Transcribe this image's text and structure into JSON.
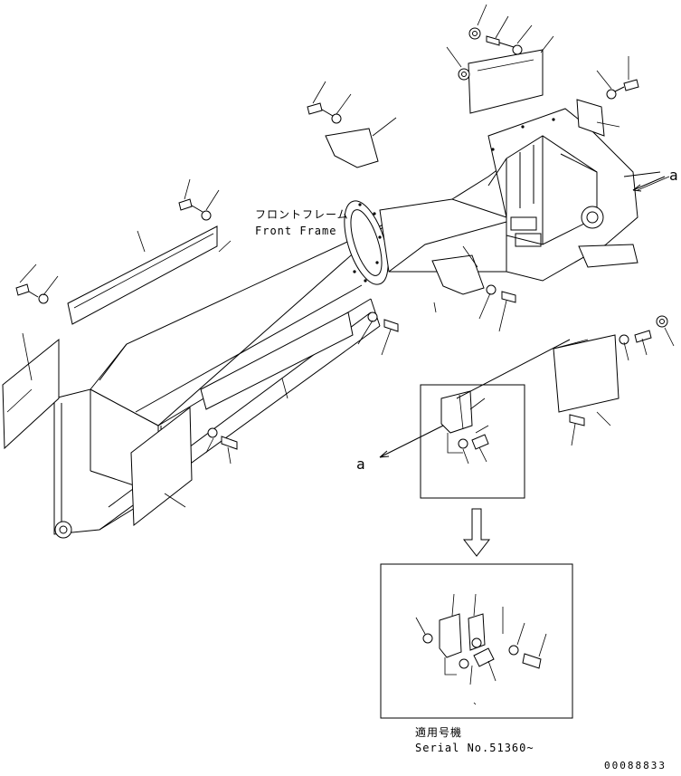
{
  "diagram": {
    "frame_label_jp": "フロントフレーム",
    "frame_label_en": "Front Frame",
    "arrow_label_right": "a",
    "arrow_label_left": "a",
    "applicable_label_jp": "適用号機",
    "serial_label": "Serial No.51360~",
    "drawing_code": "00088833"
  }
}
